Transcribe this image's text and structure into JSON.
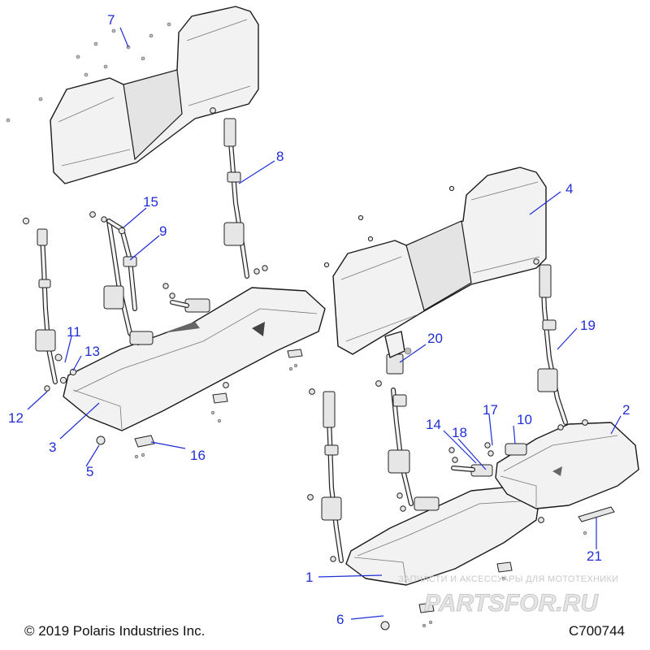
{
  "callouts": [
    {
      "number": "1"
    },
    {
      "number": "2"
    },
    {
      "number": "3"
    },
    {
      "number": "4"
    },
    {
      "number": "5"
    },
    {
      "number": "6"
    },
    {
      "number": "7"
    },
    {
      "number": "8"
    },
    {
      "number": "9"
    },
    {
      "number": "10"
    },
    {
      "number": "11"
    },
    {
      "number": "12"
    },
    {
      "number": "13"
    },
    {
      "number": "14"
    },
    {
      "number": "15"
    },
    {
      "number": "16"
    },
    {
      "number": "17"
    },
    {
      "number": "18"
    },
    {
      "number": "19"
    },
    {
      "number": "20"
    },
    {
      "number": "21"
    }
  ],
  "footer": {
    "copyright": "© 2019 Polaris Industries Inc.",
    "diagram_code": "C700744"
  },
  "watermark": {
    "tagline": "ЗАПЧАСТИ И АКСЕССУАРЫ ДЛЯ МОТОТЕХНИКИ",
    "brand": "PARTSFOR.RU"
  },
  "colors": {
    "callout": "#1f2ed6",
    "outline": "#1a1a1a",
    "part_fill": "#f2f2f2"
  }
}
